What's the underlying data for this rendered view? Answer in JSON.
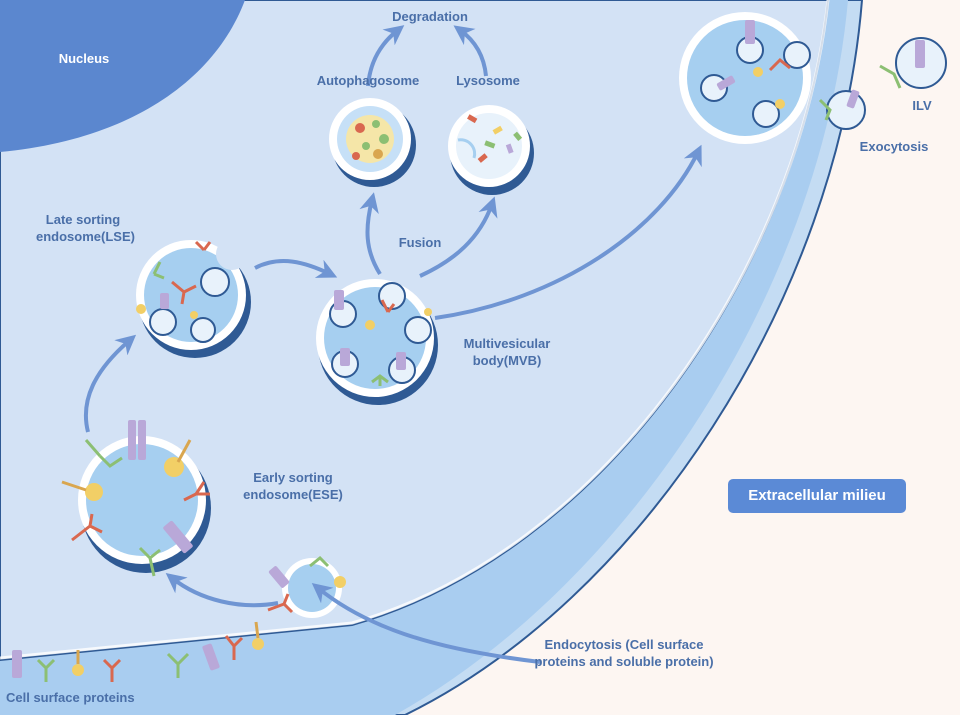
{
  "labels": {
    "nucleus": "Nucleus",
    "degradation": "Degradation",
    "autophagosome": "Autophagosome",
    "lysosome": "Lysosome",
    "fusion": "Fusion",
    "lse": "Late sorting endosome(LSE)",
    "mvb": "Multivesicular body(MVB)",
    "ese": "Early sorting endosome(ESE)",
    "exocytosis": "Exocytosis",
    "ilv": "ILV",
    "extracellular": "Extracellular milieu",
    "endocytosis": "Endocytosis (Cell surface proteins and soluble protein)",
    "cell_surface": "Cell surface proteins"
  },
  "colors": {
    "cytoplasm": "#d3e2f5",
    "membrane": "#a9cdf0",
    "membrane_dark": "#2f5a94",
    "nucleus": "#5b87cf",
    "extracellular": "#fdf6f2",
    "vesicle": "#a6cff0",
    "arrow": "#6f95d3",
    "label_text": "#4a6fa8",
    "receptor_purple": "#b9a8d8",
    "receptor_green": "#8cbf73",
    "receptor_yellow": "#f2cf66",
    "receptor_red": "#d9684f"
  }
}
